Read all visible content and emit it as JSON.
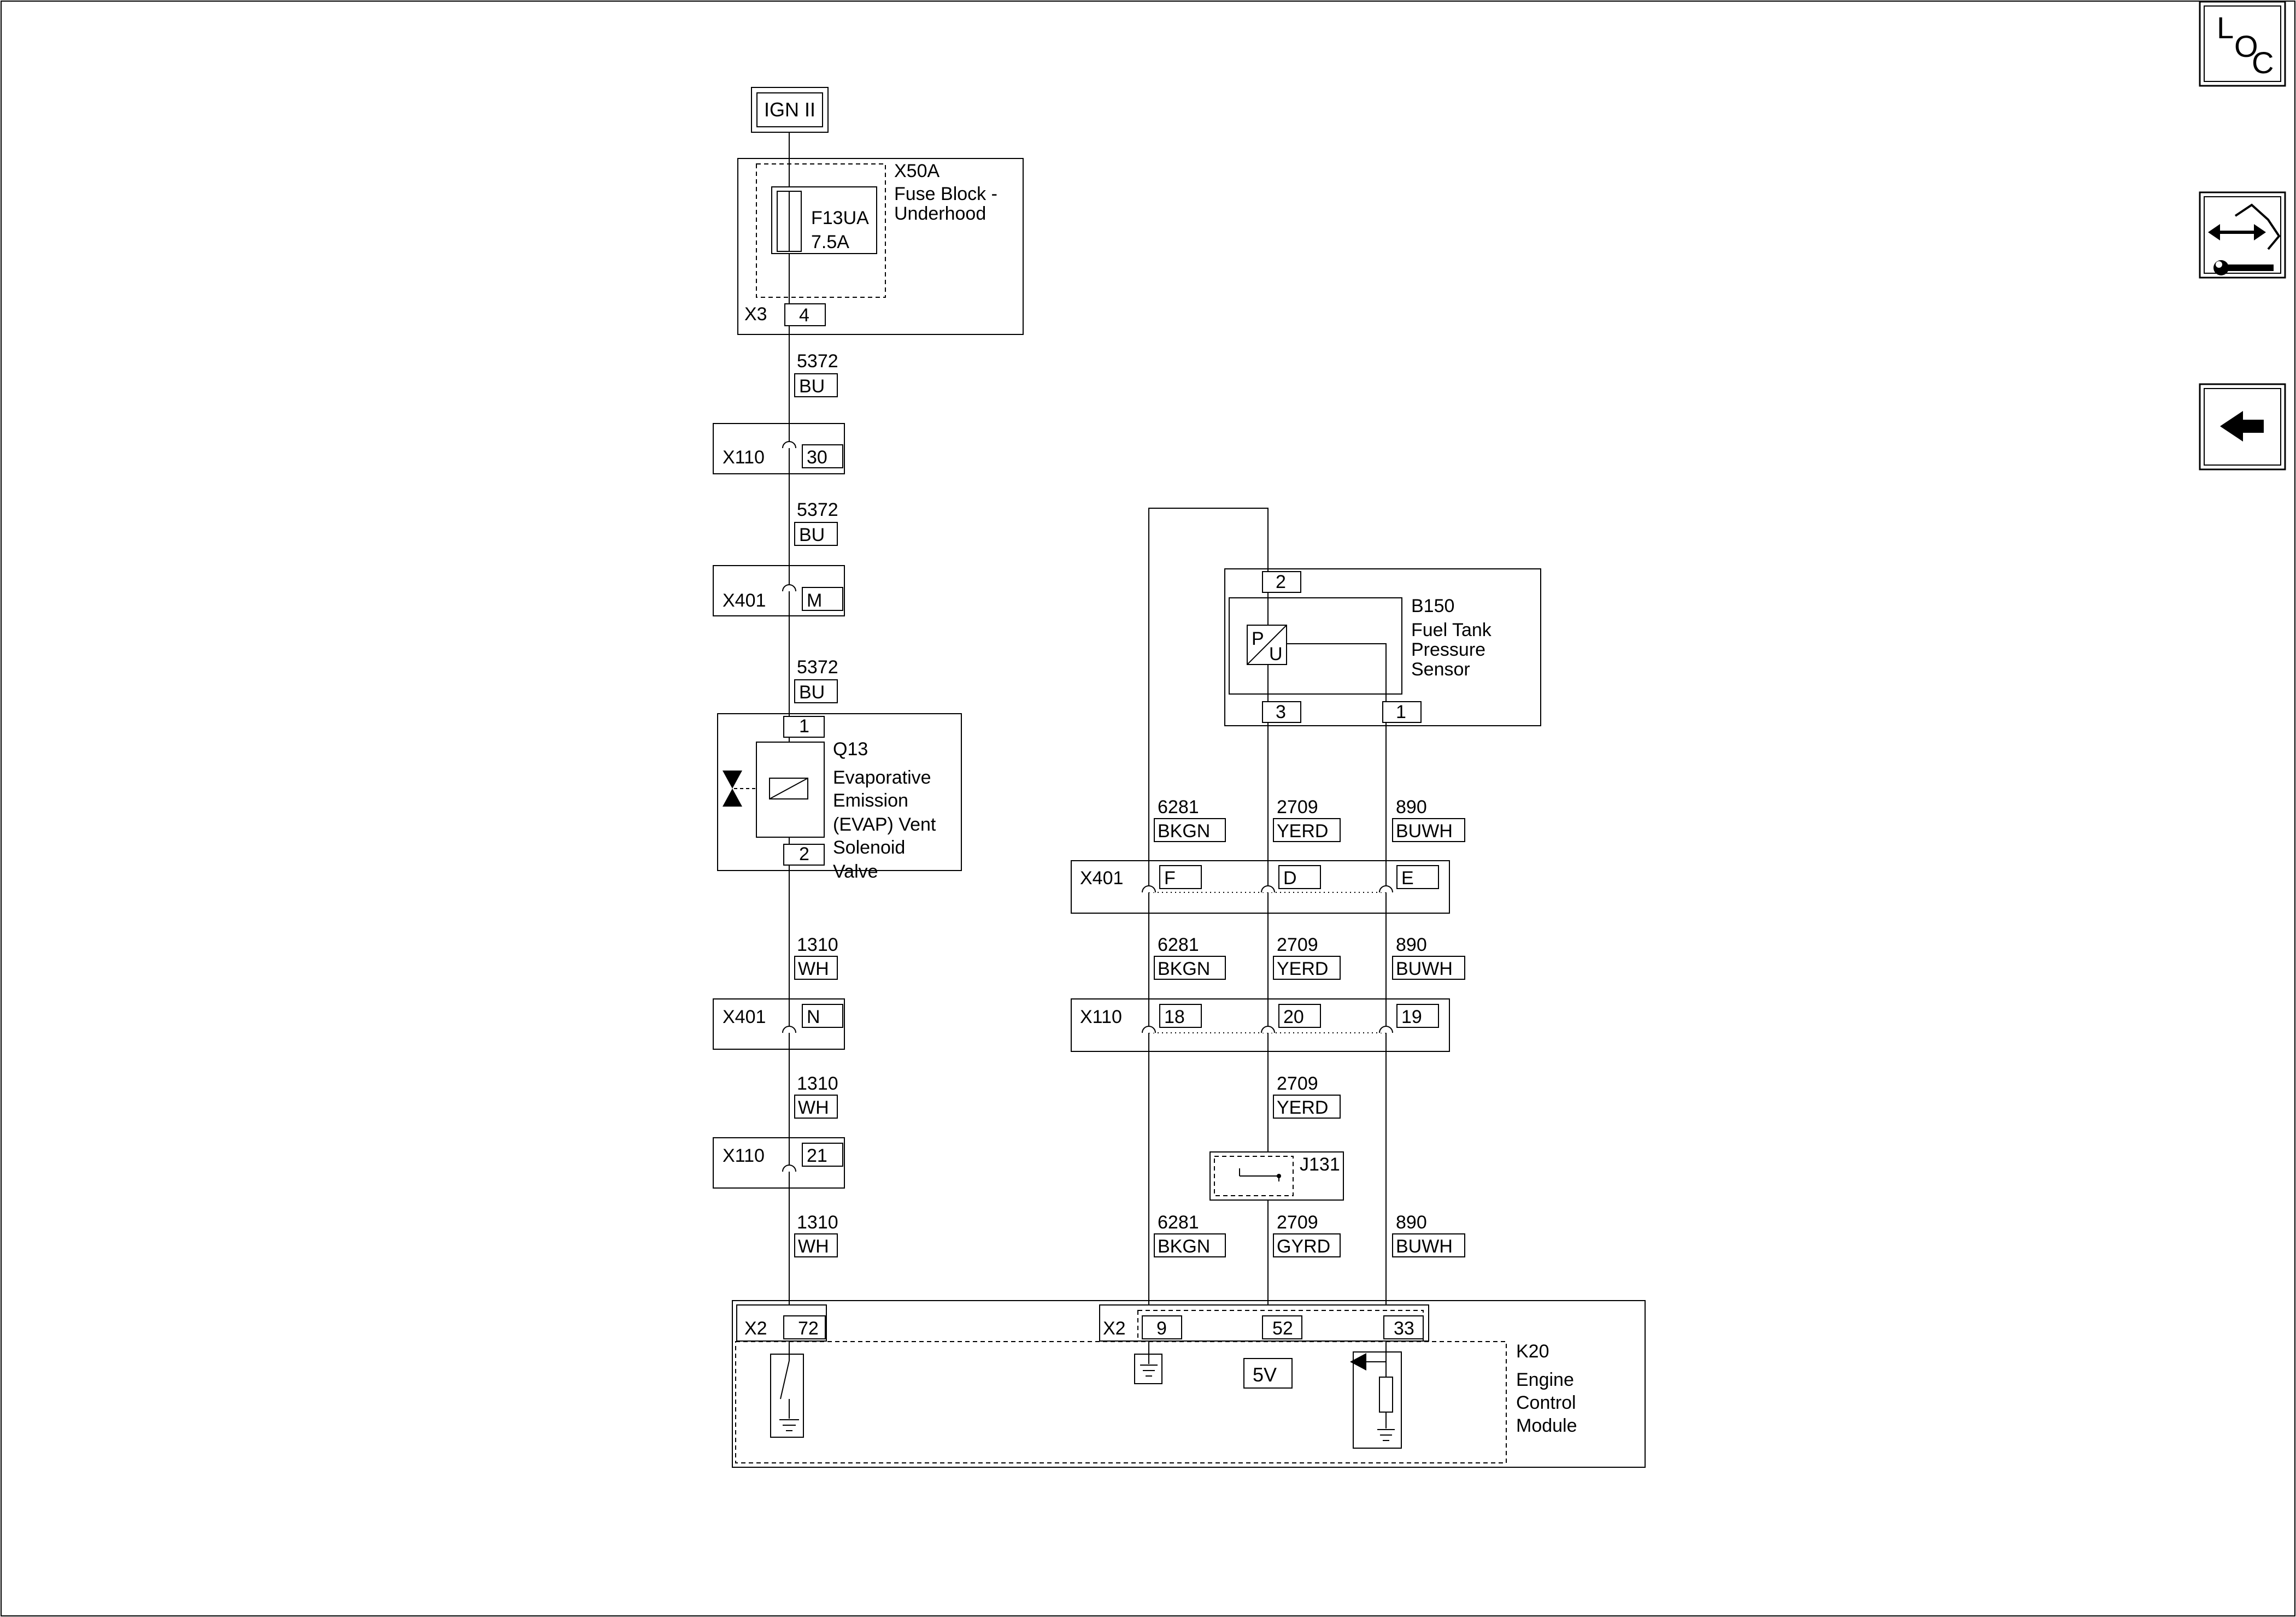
{
  "power": {
    "ign": "IGN II"
  },
  "fuse_block": {
    "id": "X50A",
    "name_line1": "Fuse Block -",
    "name_line2": "Underhood",
    "fuse_id": "F13UA",
    "fuse_rating": "7.5A",
    "connector": "X3",
    "pin": "4"
  },
  "left_column": {
    "w1": {
      "circuit": "5372",
      "color": "BU"
    },
    "c1": {
      "connector": "X110",
      "pin": "30"
    },
    "w2": {
      "circuit": "5372",
      "color": "BU"
    },
    "c2": {
      "connector": "X401",
      "pin": "M"
    },
    "w3": {
      "circuit": "5372",
      "color": "BU"
    },
    "w4": {
      "circuit": "1310",
      "color": "WH"
    },
    "c3": {
      "connector": "X401",
      "pin": "N"
    },
    "w5": {
      "circuit": "1310",
      "color": "WH"
    },
    "c4": {
      "connector": "X110",
      "pin": "21"
    },
    "w6": {
      "circuit": "1310",
      "color": "WH"
    }
  },
  "solenoid": {
    "id": "Q13",
    "line1": "Evaporative",
    "line2": "Emission",
    "line3": "(EVAP) Vent",
    "line4": "Solenoid",
    "line5": "Valve",
    "pin_top": "1",
    "pin_bottom": "2"
  },
  "sensor": {
    "id": "B150",
    "line1": "Fuel Tank",
    "line2": "Pressure",
    "line3": "Sensor",
    "pin_top": "2",
    "pin_bl": "3",
    "pin_br": "1",
    "p_label": "P",
    "u_label": "U"
  },
  "right_wires": {
    "row1": [
      {
        "circuit": "6281",
        "color": "BKGN"
      },
      {
        "circuit": "2709",
        "color": "YERD"
      },
      {
        "circuit": "890",
        "color": "BUWH"
      }
    ],
    "x401": {
      "connector": "X401",
      "pins": [
        "F",
        "D",
        "E"
      ]
    },
    "row2": [
      {
        "circuit": "6281",
        "color": "BKGN"
      },
      {
        "circuit": "2709",
        "color": "YERD"
      },
      {
        "circuit": "890",
        "color": "BUWH"
      }
    ],
    "x110": {
      "connector": "X110",
      "pins": [
        "18",
        "20",
        "19"
      ]
    },
    "mid": {
      "circuit": "2709",
      "color": "YERD"
    },
    "jumper": {
      "id": "J131"
    },
    "row3": [
      {
        "circuit": "6281",
        "color": "BKGN"
      },
      {
        "circuit": "2709",
        "color": "GYRD"
      },
      {
        "circuit": "890",
        "color": "BUWH"
      }
    ]
  },
  "ecm": {
    "id": "K20",
    "line1": "Engine",
    "line2": "Control",
    "line3": "Module",
    "left_connector": "X2",
    "left_pin": "72",
    "right_connector": "X2",
    "pins": [
      "9",
      "52",
      "33"
    ],
    "reference": "5V"
  },
  "nav": {
    "loc_l": "L",
    "loc_o": "O",
    "loc_c": "C"
  }
}
